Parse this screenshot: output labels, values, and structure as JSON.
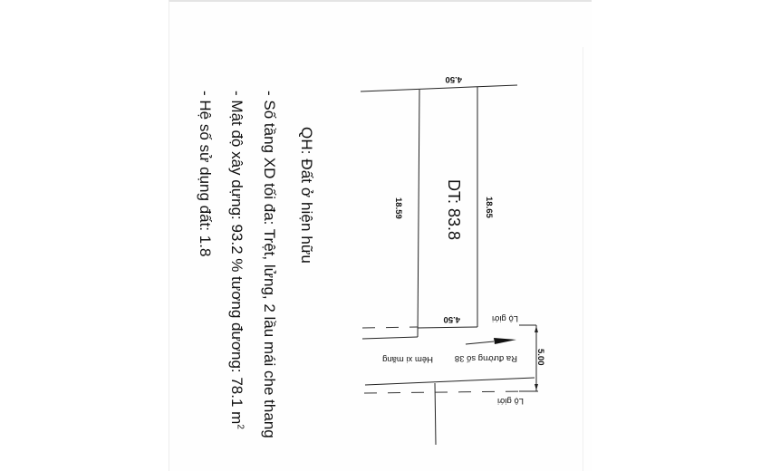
{
  "document": {
    "type": "land-plot-survey",
    "orientation": "rotated-90",
    "colors": {
      "background": "#ffffff",
      "ink": "#111111",
      "page_border": "#e4e4e4"
    }
  },
  "legend": {
    "title": "QH: Đất ở hiện hữu",
    "items": [
      {
        "bullet": "-",
        "text": "Số tầng XD tối đa: Trệt, lửng, 2 lầu mái che thang"
      },
      {
        "bullet": "-",
        "text": "Mật độ xây dựng: 93.2 % tương đương: 78.1 m",
        "unit_sup": "2"
      },
      {
        "bullet": "-",
        "text": "Hệ số sử dụng đất: 1.8"
      }
    ]
  },
  "plot": {
    "area_label": "DT: 83.8",
    "dimensions": {
      "top_width": "4.50",
      "bottom_width": "4.50",
      "left_length": "18.59",
      "right_length": "18.65",
      "road_width": "5.00"
    }
  },
  "road": {
    "name_left": "Hẻm xi măng",
    "name_right": "Ra đường số 38",
    "boundary_label_top": "Lộ giới",
    "boundary_label_bottom": "Lộ giới",
    "direction_arrow": "arrow-right"
  }
}
